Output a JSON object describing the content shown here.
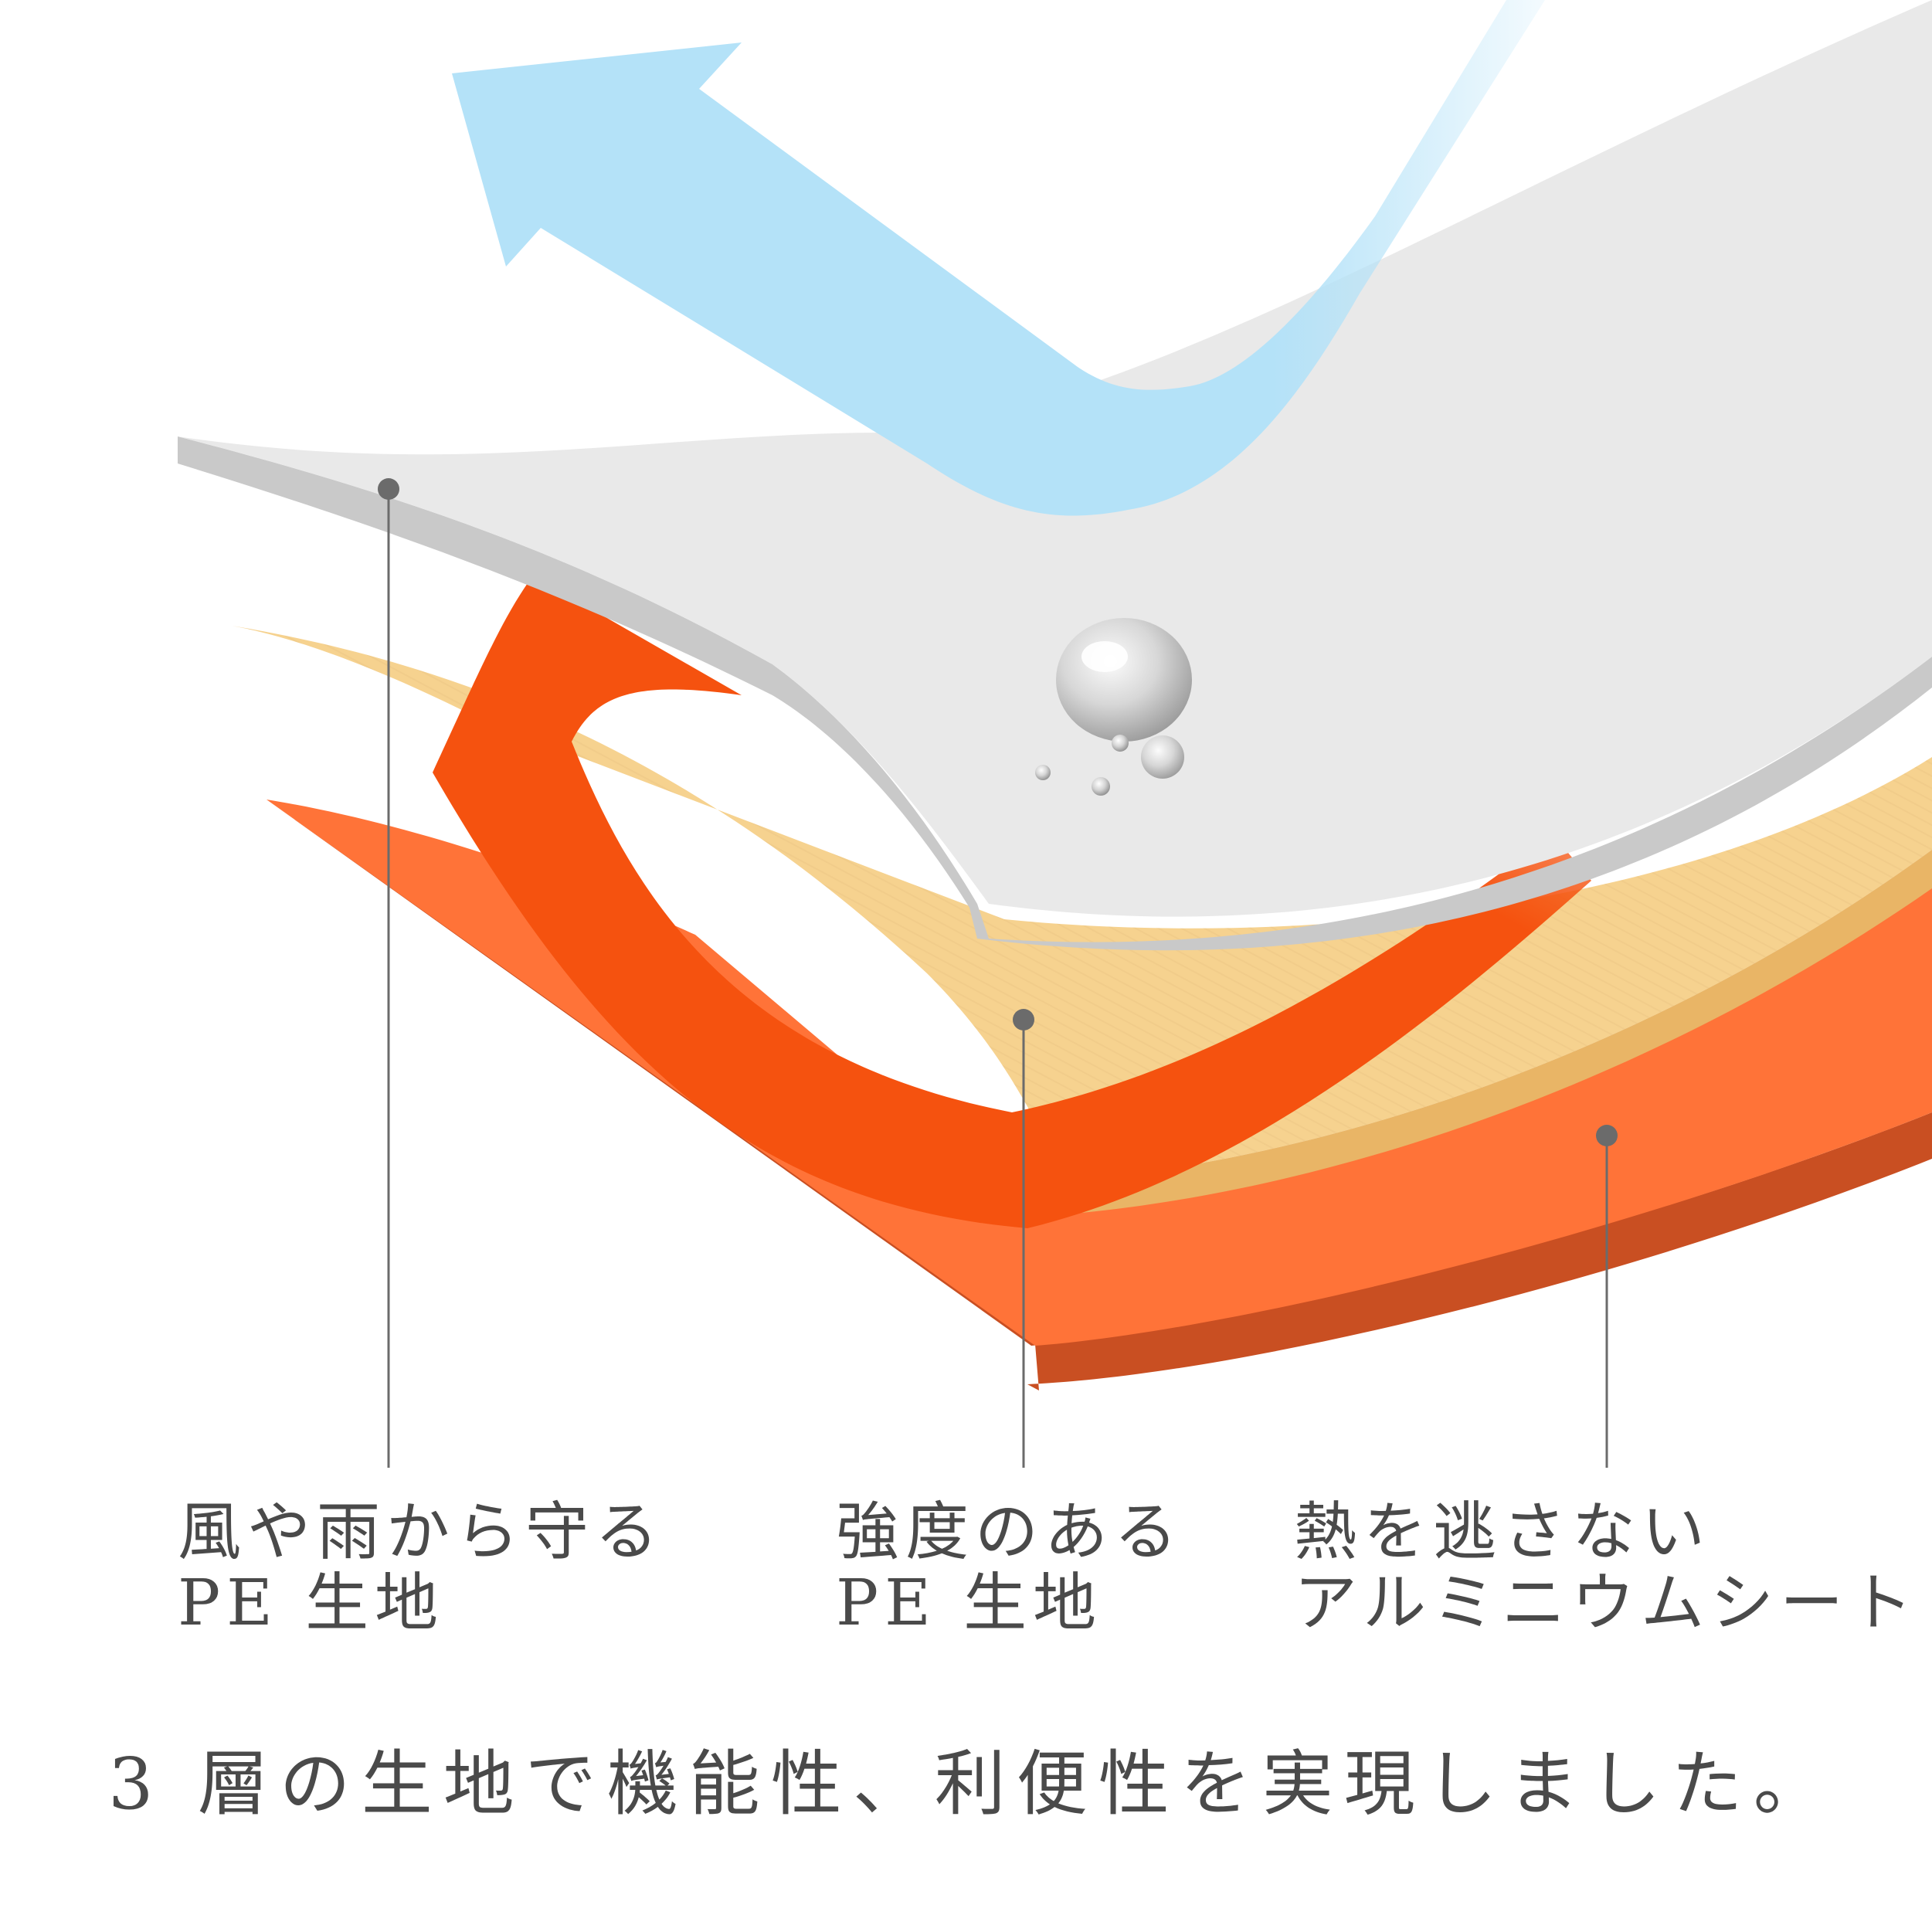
{
  "labels": {
    "outer": {
      "line1": "風や雨から守る",
      "line2": "PE 生地"
    },
    "middle": {
      "line1": "強度のある",
      "line2": "PE 生地"
    },
    "inner": {
      "line1": "熱を逃さない",
      "line2": "アルミニウムシート"
    }
  },
  "caption": "3 層の生地で機能性、利便性を実現しました。",
  "colors": {
    "outer_layer": "#e9e9e9",
    "outer_layer_edge": "#c9c9c9",
    "middle_layer": "#f6d28f",
    "middle_layer_edge": "#e9b566",
    "inner_layer": "#ff7338",
    "inner_layer_edge": "#c94f22",
    "cold_arrow": "#b4e2f8",
    "heat_arrow": "#f5520f",
    "leader_line": "#6b6b6b",
    "text": "#4a4a4a"
  }
}
